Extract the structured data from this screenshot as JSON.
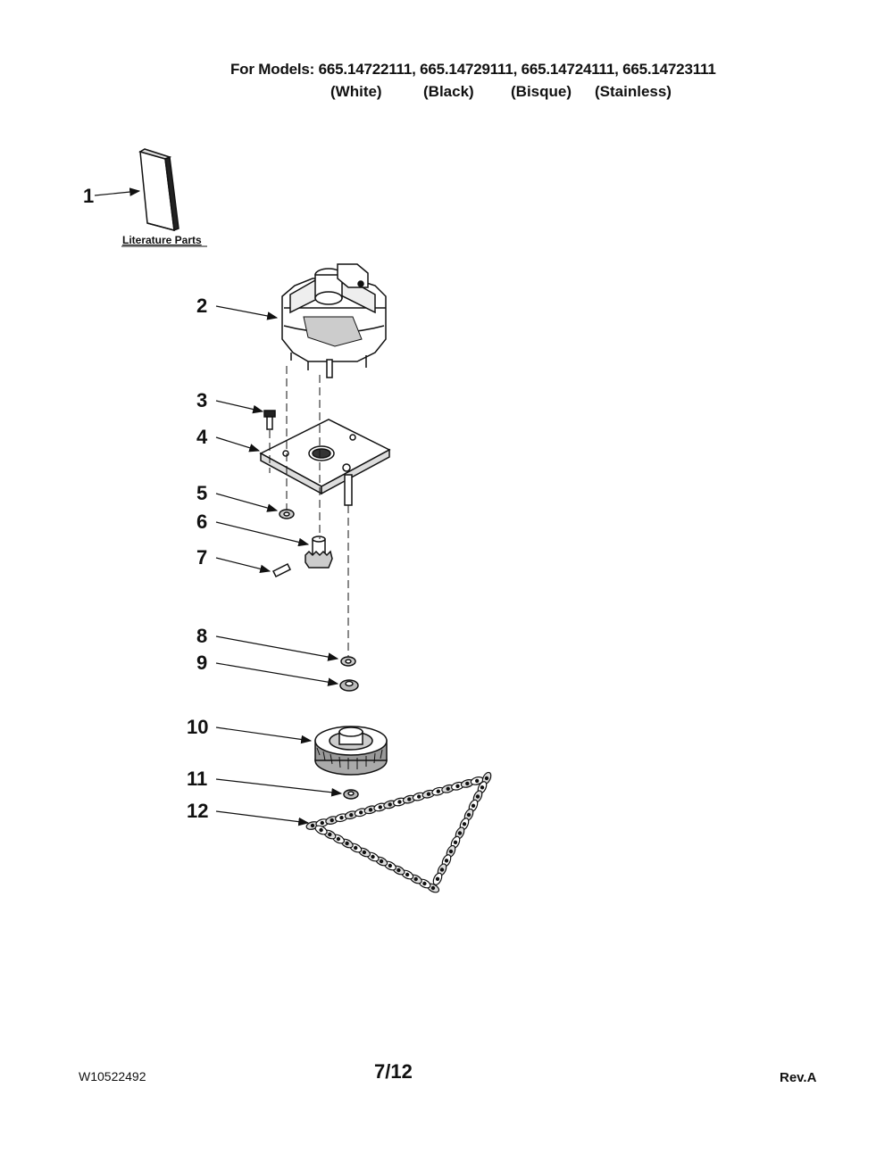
{
  "header": {
    "models_line": "For Models: 665.14722111, 665.14729111, 665.14724111, 665.14723111",
    "variants": [
      "(White)",
      "(Black)",
      "(Bisque)",
      "(Stainless)"
    ]
  },
  "literature_label": "Literature Parts",
  "callouts": [
    "1",
    "2",
    "3",
    "4",
    "5",
    "6",
    "7",
    "8",
    "9",
    "10",
    "11",
    "12"
  ],
  "footer": {
    "doc_number": "W10522492",
    "page": "7/12",
    "revision": "Rev.A"
  }
}
